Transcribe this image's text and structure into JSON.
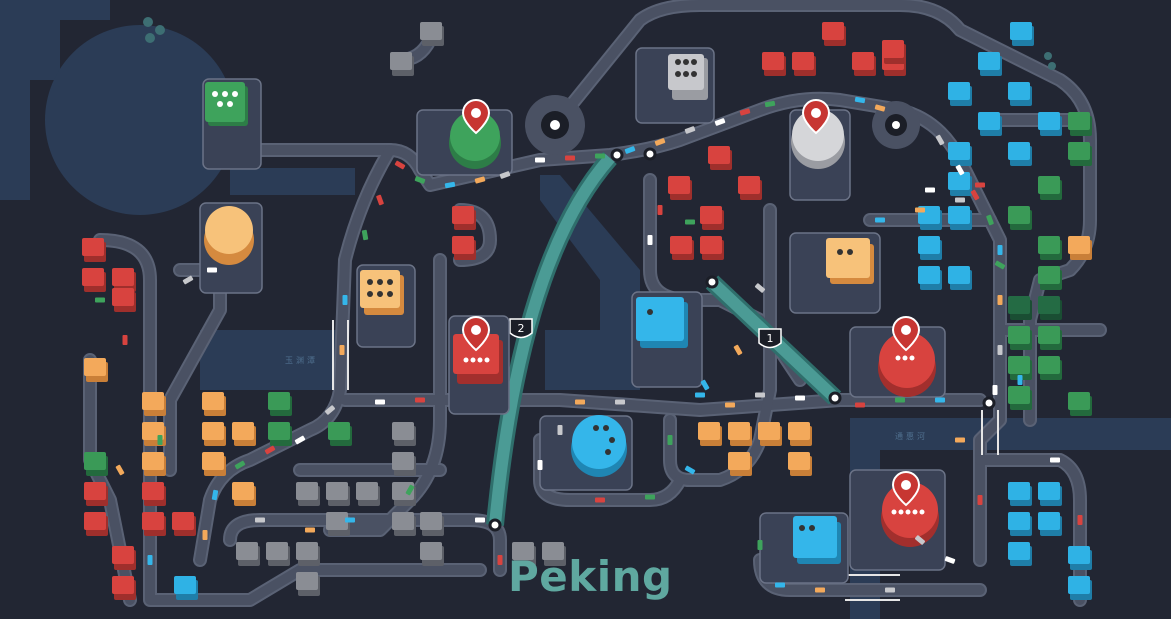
{
  "city_name": "Peking",
  "river_labels": [
    "玉渊潭",
    "通惠河"
  ],
  "bridge_badges": [
    "1",
    "2"
  ],
  "colors": {
    "background": "#222633",
    "water": "#2b3c56",
    "road": "#4a5163",
    "road_edge": "#5a6275",
    "highway": "#4b9b95",
    "red": "#d8433f",
    "green": "#3a9a57",
    "blue": "#2fb2e5",
    "orange": "#f3a95b",
    "gray": "#8a8d94",
    "darkgreen": "#246b44",
    "city_label": "#5fa8a0"
  },
  "destinations": [
    {
      "id": "dest-green",
      "color": "green",
      "icon": "people-icon",
      "count": 5
    },
    {
      "id": "dest-gray",
      "color": "gray",
      "icon": "people-icon",
      "count": 6
    },
    {
      "id": "dest-orange-round",
      "color": "orange",
      "icon": "none",
      "count": 0
    },
    {
      "id": "dest-orange-square",
      "color": "orange",
      "icon": "people-icon",
      "count": 6
    },
    {
      "id": "dest-orange-right",
      "color": "orange",
      "icon": "people-icon",
      "count": 2
    },
    {
      "id": "dest-blue-square",
      "color": "blue",
      "icon": "people-icon",
      "count": 1
    },
    {
      "id": "dest-blue-round",
      "color": "blue",
      "icon": "people-icon",
      "count": 4
    },
    {
      "id": "dest-blue-bottom",
      "color": "blue",
      "icon": "people-icon",
      "count": 2
    },
    {
      "id": "dest-red-left",
      "color": "red",
      "icon": "map-pin-icon",
      "count": 4
    },
    {
      "id": "dest-red-right",
      "color": "red",
      "icon": "map-pin-icon",
      "count": 3
    },
    {
      "id": "dest-red-bottom",
      "color": "red",
      "icon": "map-pin-icon",
      "count": 5
    }
  ],
  "roundabouts": 2,
  "junction_count": 6
}
